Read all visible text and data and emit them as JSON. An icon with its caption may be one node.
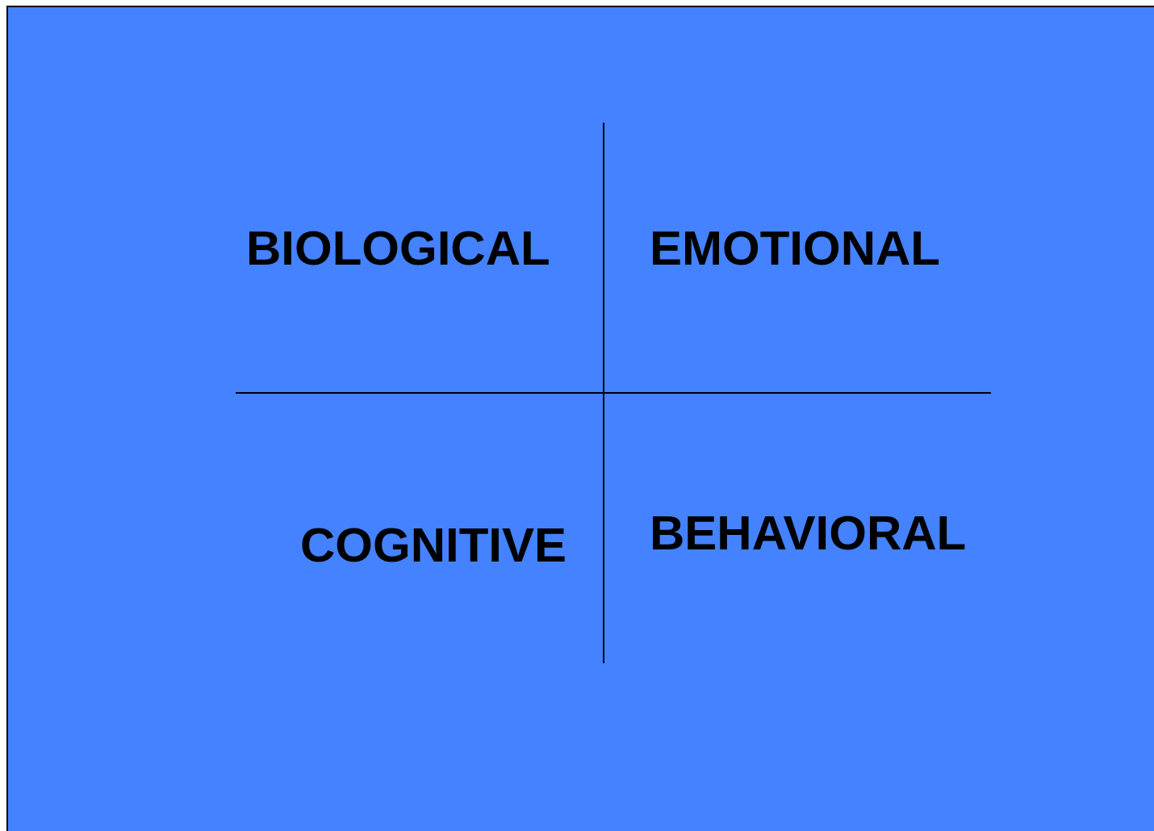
{
  "diagram": {
    "labels": [
      "BIOLOGICAL",
      "EMOTIONAL",
      "COGNITIVE",
      "BEHAVIORAL"
    ]
  }
}
